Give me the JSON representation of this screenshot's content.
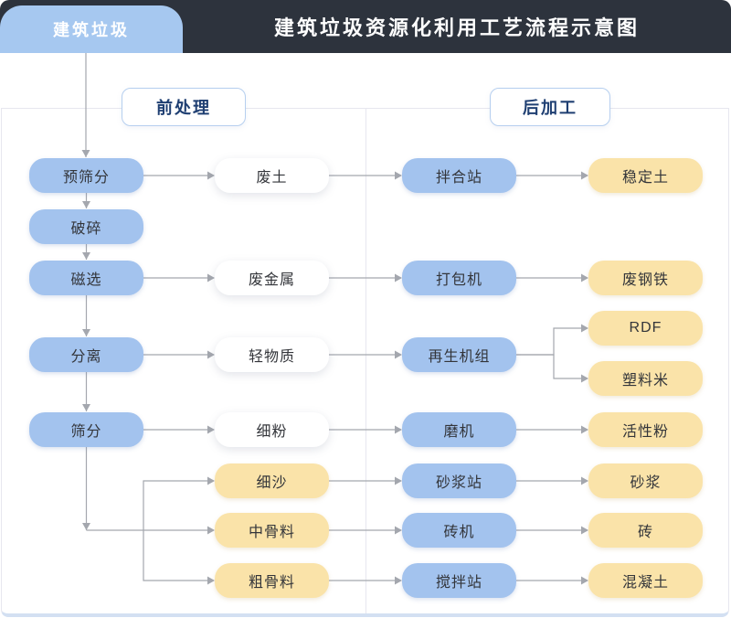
{
  "header": {
    "tab_label": "建筑垃圾",
    "title": "建筑垃圾资源化利用工艺流程示意图"
  },
  "sections": {
    "pre": "前处理",
    "post": "后加工"
  },
  "colors": {
    "header_bg": "#2d333d",
    "tab_bg": "#a6c8f0",
    "blue_box": "#a3c3ee",
    "yellow_box": "#fae3a9",
    "white_box": "#ffffff",
    "label_border": "#b6cfef",
    "label_text": "#1f3f72",
    "line": "#a4a7ae",
    "panel_border": "#e7e7ef",
    "panel_bottom": "#d3e0f2"
  },
  "nodes": [
    {
      "id": "pre-screening",
      "label": "预筛分",
      "style": "blue",
      "col": "c1",
      "row": "r1"
    },
    {
      "id": "crushing",
      "label": "破碎",
      "style": "blue",
      "col": "c1",
      "row": "r2"
    },
    {
      "id": "magnetic-separation",
      "label": "磁选",
      "style": "blue",
      "col": "c1",
      "row": "r3"
    },
    {
      "id": "separation",
      "label": "分离",
      "style": "blue",
      "col": "c1",
      "row": "r4"
    },
    {
      "id": "screening",
      "label": "筛分",
      "style": "blue",
      "col": "c1",
      "row": "r5"
    },
    {
      "id": "waste-soil",
      "label": "废土",
      "style": "white",
      "col": "c2",
      "row": "r1"
    },
    {
      "id": "waste-metal",
      "label": "废金属",
      "style": "white",
      "col": "c2",
      "row": "r3"
    },
    {
      "id": "light-material",
      "label": "轻物质",
      "style": "white",
      "col": "c2",
      "row": "r4"
    },
    {
      "id": "fine-powder",
      "label": "细粉",
      "style": "white",
      "col": "c2",
      "row": "r5"
    },
    {
      "id": "fine-sand",
      "label": "细沙",
      "style": "yellow",
      "col": "c2",
      "row": "r6"
    },
    {
      "id": "medium-aggregate",
      "label": "中骨料",
      "style": "yellow",
      "col": "c2",
      "row": "r7"
    },
    {
      "id": "coarse-aggregate",
      "label": "粗骨料",
      "style": "yellow",
      "col": "c2",
      "row": "r8"
    },
    {
      "id": "mixing-plant",
      "label": "拌合站",
      "style": "blue",
      "col": "c3",
      "row": "r1"
    },
    {
      "id": "baler",
      "label": "打包机",
      "style": "blue",
      "col": "c3",
      "row": "r3"
    },
    {
      "id": "regeneration-unit",
      "label": "再生机组",
      "style": "blue",
      "col": "c3",
      "row": "r4"
    },
    {
      "id": "mill",
      "label": "磨机",
      "style": "blue",
      "col": "c3",
      "row": "r5"
    },
    {
      "id": "mortar-plant",
      "label": "砂浆站",
      "style": "blue",
      "col": "c3",
      "row": "r6"
    },
    {
      "id": "brick-machine",
      "label": "砖机",
      "style": "blue",
      "col": "c3",
      "row": "r7"
    },
    {
      "id": "concrete-mixing-plant",
      "label": "搅拌站",
      "style": "blue",
      "col": "c3",
      "row": "r8"
    },
    {
      "id": "stabilized-soil",
      "label": "稳定土",
      "style": "yellow",
      "col": "c4",
      "row": "r1"
    },
    {
      "id": "scrap-steel",
      "label": "废钢铁",
      "style": "yellow",
      "col": "c4",
      "row": "r3"
    },
    {
      "id": "rdf",
      "label": "RDF",
      "style": "yellow",
      "col": "c4",
      "row": "rdf"
    },
    {
      "id": "plastic-pellets",
      "label": "塑料米",
      "style": "yellow",
      "col": "c4",
      "row": "plastic"
    },
    {
      "id": "active-powder",
      "label": "活性粉",
      "style": "yellow",
      "col": "c4",
      "row": "r5"
    },
    {
      "id": "mortar",
      "label": "砂浆",
      "style": "yellow",
      "col": "c4",
      "row": "r6"
    },
    {
      "id": "brick",
      "label": "砖",
      "style": "yellow",
      "col": "c4",
      "row": "r7"
    },
    {
      "id": "concrete",
      "label": "混凝土",
      "style": "yellow",
      "col": "c4",
      "row": "r8"
    }
  ],
  "edges": [
    {
      "from": "start",
      "to": "pre-screening",
      "type": "v"
    },
    {
      "from": "pre-screening",
      "to": "crushing",
      "type": "v"
    },
    {
      "from": "crushing",
      "to": "magnetic-separation",
      "type": "v"
    },
    {
      "from": "magnetic-separation",
      "to": "separation",
      "type": "v"
    },
    {
      "from": "separation",
      "to": "screening",
      "type": "v"
    },
    {
      "from": "pre-screening",
      "to": "waste-soil",
      "type": "h"
    },
    {
      "from": "magnetic-separation",
      "to": "waste-metal",
      "type": "h"
    },
    {
      "from": "separation",
      "to": "light-material",
      "type": "h"
    },
    {
      "from": "screening",
      "to": "fine-powder",
      "type": "h"
    },
    {
      "from": "screening",
      "to": "medium-aggregate",
      "type": "comb-mid"
    },
    {
      "from": "screening",
      "to": "fine-sand",
      "type": "comb-branch"
    },
    {
      "from": "screening",
      "to": "coarse-aggregate",
      "type": "comb-branch"
    },
    {
      "from": "waste-soil",
      "to": "mixing-plant",
      "type": "h"
    },
    {
      "from": "waste-metal",
      "to": "baler",
      "type": "h"
    },
    {
      "from": "light-material",
      "to": "regeneration-unit",
      "type": "h"
    },
    {
      "from": "fine-powder",
      "to": "mill",
      "type": "h"
    },
    {
      "from": "fine-sand",
      "to": "mortar-plant",
      "type": "h"
    },
    {
      "from": "medium-aggregate",
      "to": "brick-machine",
      "type": "h"
    },
    {
      "from": "coarse-aggregate",
      "to": "concrete-mixing-plant",
      "type": "h"
    },
    {
      "from": "mixing-plant",
      "to": "stabilized-soil",
      "type": "h"
    },
    {
      "from": "baler",
      "to": "scrap-steel",
      "type": "h"
    },
    {
      "from": "regeneration-unit",
      "to": "rdf",
      "type": "elbow"
    },
    {
      "from": "regeneration-unit",
      "to": "plastic-pellets",
      "type": "elbow"
    },
    {
      "from": "mill",
      "to": "active-powder",
      "type": "h"
    },
    {
      "from": "mortar-plant",
      "to": "mortar",
      "type": "h"
    },
    {
      "from": "brick-machine",
      "to": "brick",
      "type": "h"
    },
    {
      "from": "concrete-mixing-plant",
      "to": "concrete",
      "type": "h"
    }
  ]
}
